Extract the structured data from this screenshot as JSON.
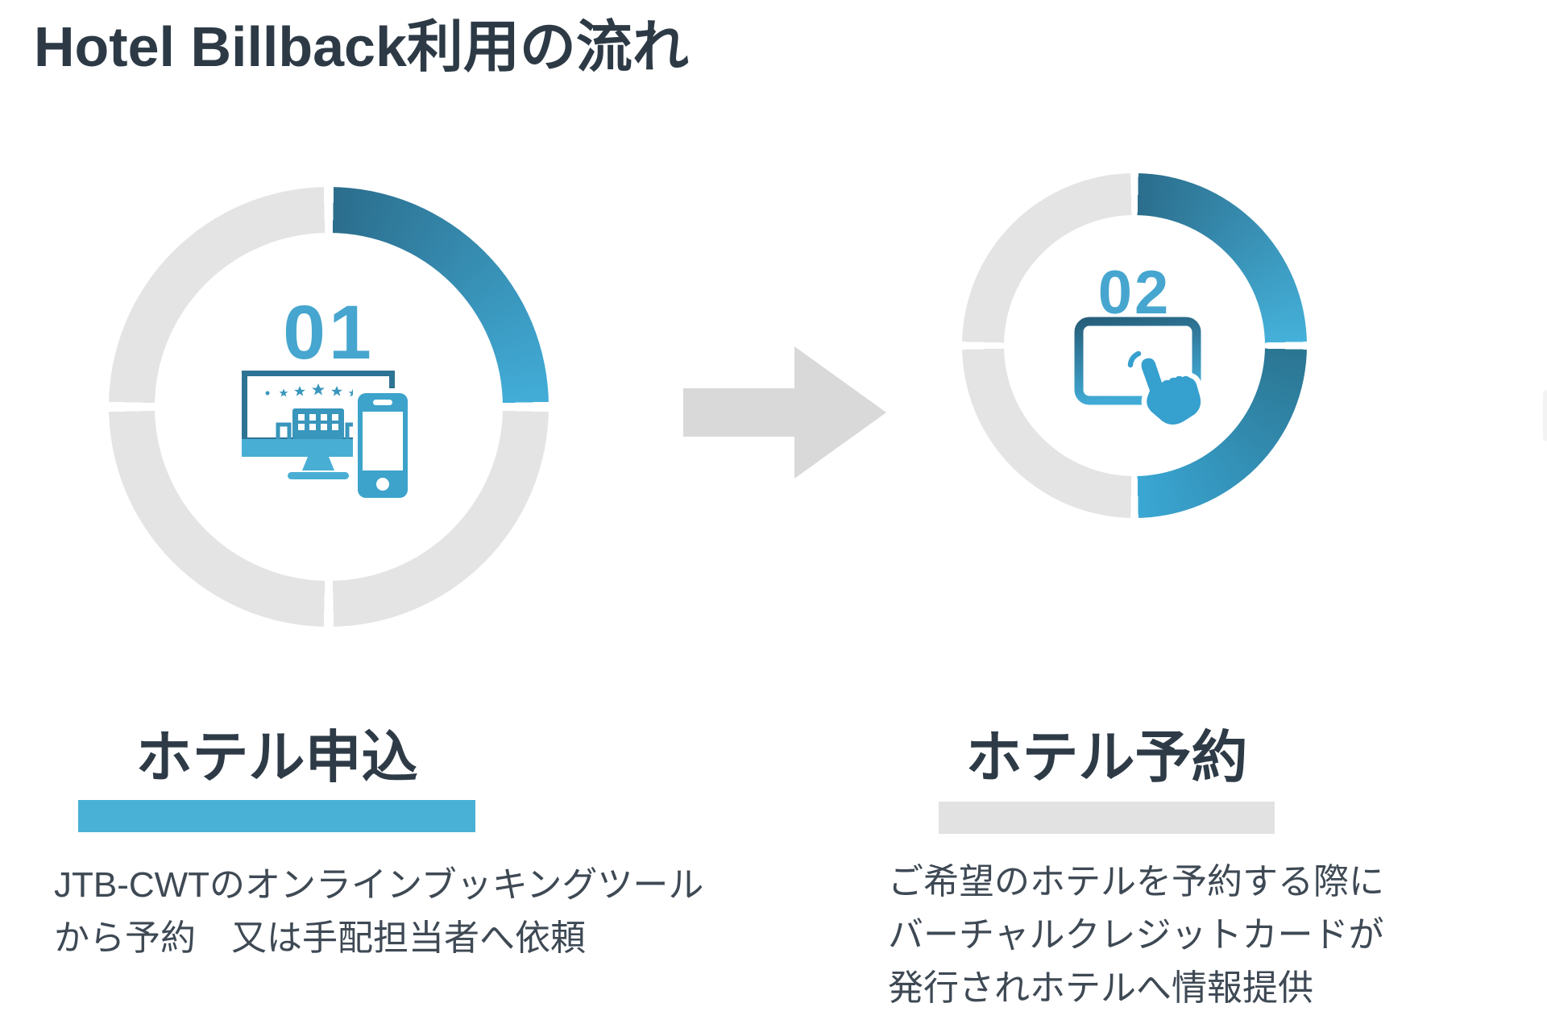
{
  "title": "Hotel Billback利用の流れ",
  "steps": [
    {
      "number": "01",
      "title": "ホテル申込",
      "underline_color": "#4ab1d6",
      "icon": "desktop-and-smartphone-booking-icon",
      "ring": {
        "highlight": "top-right-quadrant",
        "gray": "#e4e4e4",
        "blue_dark": "#2b6d8c",
        "blue_light": "#42add8"
      },
      "description_lines": [
        "JTB-CWTのオンラインブッキングツール",
        "から予約　又は手配担当者へ依頼"
      ]
    },
    {
      "number": "02",
      "title": "ホテル予約",
      "underline_color": "#e2e2e2",
      "icon": "tablet-tap-icon",
      "ring": {
        "highlight": "right-half",
        "gray": "#e4e4e4",
        "blue_dark": "#2b6d8c",
        "blue_light": "#45b1da"
      },
      "description_lines": [
        "ご希望のホテルを予約する際に",
        "バーチャルクレジットカードが",
        "発行されホテルへ情報提供"
      ]
    }
  ],
  "arrow": {
    "direction": "right",
    "color": "#d9d9d9"
  },
  "colors": {
    "heading_text": "#2d3a46",
    "body_text": "#3e4954",
    "step_number": "#47a6cf",
    "icon_blue": "#3996bd",
    "icon_light_blue": "#49aed4"
  }
}
